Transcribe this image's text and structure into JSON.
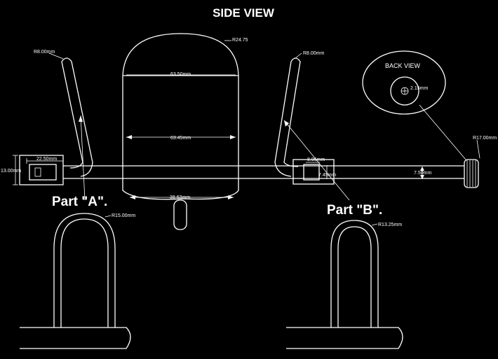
{
  "title": "SIDE VIEW",
  "back_view_title": "BACK VIEW",
  "parts": {
    "a": "Part \"A\".",
    "b": "Part \"B\"."
  },
  "dimensions": {
    "body_top_radius": "R24.75",
    "body_top_width": "63.50mm",
    "body_mid_width": "63.45mm",
    "body_bottom_width": "38.63mm",
    "left_arm_radius": "R8.00mm",
    "right_arm_radius": "R8.00mm",
    "left_block_width": "22.50mm",
    "left_block_height": "13.00mm",
    "right_block_width": "8.95mm",
    "right_block_height": "7.45mm",
    "rod_height": "7.50mm",
    "knob_radius": "R17.00mm",
    "back_hole": "2.15mm",
    "part_a_radius": "R15.00mm",
    "part_b_radius": "R13.25mm"
  },
  "colors": {
    "background": "#000000",
    "lines": "#ffffff"
  }
}
